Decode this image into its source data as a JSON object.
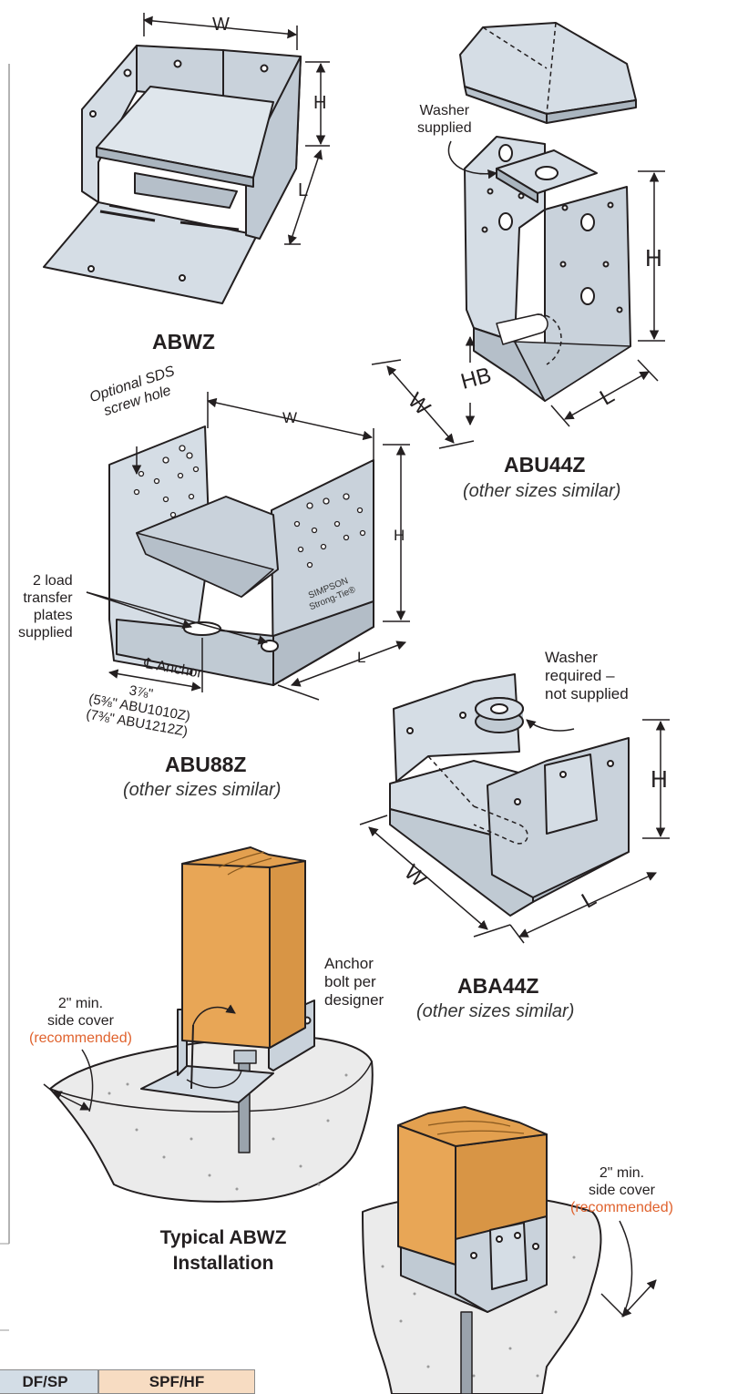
{
  "products": {
    "abwz": {
      "name": "ABWZ"
    },
    "abu44z": {
      "name": "ABU44Z",
      "note": "(other sizes similar)"
    },
    "abu88z": {
      "name": "ABU88Z",
      "note": "(other sizes similar)"
    },
    "aba44z": {
      "name": "ABA44Z",
      "note": "(other sizes similar)"
    }
  },
  "dimensions": {
    "w": "W",
    "h": "H",
    "l": "L",
    "hb": "HB"
  },
  "callouts": {
    "washer_supplied_1": "Washer",
    "washer_supplied_2": "supplied",
    "optional_sds_1": "Optional SDS",
    "optional_sds_2": "screw hole",
    "load_plates_1": "2 load",
    "load_plates_2": "transfer",
    "load_plates_3": "plates",
    "load_plates_4": "supplied",
    "anchor_cl": "℄ Anchor",
    "anchor_dim_1": "3⅞\"",
    "anchor_dim_2": "(5⅜\" ABU1010Z)",
    "anchor_dim_3": "(7⅜\" ABU1212Z)",
    "brand_1": "SIMPSON",
    "brand_2": "Strong-Tie®",
    "washer_required_1": "Washer",
    "washer_required_2": "required –",
    "washer_required_3": "not supplied",
    "anchor_bolt_1": "Anchor",
    "anchor_bolt_2": "bolt per",
    "anchor_bolt_3": "designer",
    "side_cover_a_1": "2\" min.",
    "side_cover_a_2": "side cover",
    "side_cover_a_3": "(recommended)",
    "side_cover_b_1": "2\" min.",
    "side_cover_b_2": "side cover",
    "side_cover_b_3": "(recommended)"
  },
  "installation": {
    "line1": "Typical ABWZ",
    "line2": "Installation"
  },
  "table_header": {
    "col_a": "DF/SP",
    "col_b": "SPF/HF"
  },
  "colors": {
    "steel": "#d5dde5",
    "steel_dark": "#b8c2cc",
    "wood": "#e8a656",
    "wood_dark": "#c8853c",
    "concrete": "#ebebeb",
    "accent_red": "#e0622d",
    "table_a": "#d3dde6",
    "table_b": "#f7dcc2"
  }
}
